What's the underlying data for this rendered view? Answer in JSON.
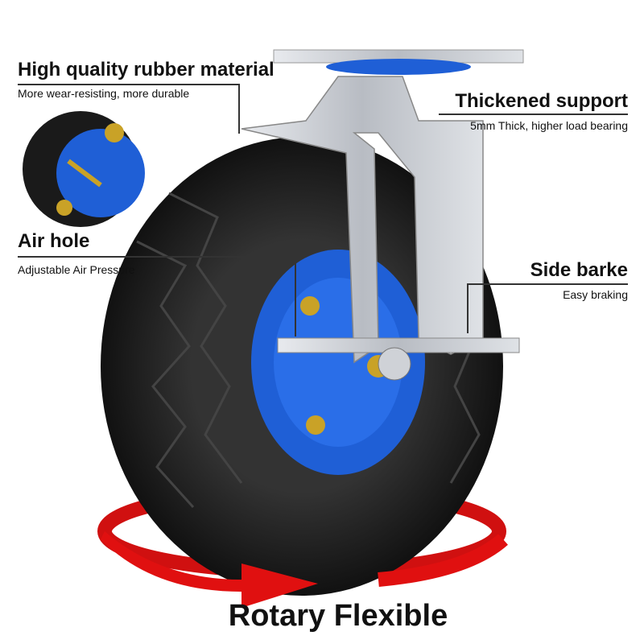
{
  "callouts": {
    "rubber": {
      "title": "High quality rubber material",
      "subtitle": "More wear-resisting, more durable"
    },
    "support": {
      "title": "Thickened support",
      "subtitle": "5mm Thick, higher load bearing"
    },
    "air_hole": {
      "title": "Air hole",
      "subtitle": "Adjustable Air Pressure"
    },
    "brake": {
      "title": "Side barke",
      "subtitle": "Easy braking"
    }
  },
  "footer": {
    "caption": "Rotary Flexible"
  },
  "colors": {
    "hub": "#1f5fd6",
    "tire": "#1a1a1a",
    "arrow": "#e01010",
    "metal": "#c9ccd1"
  }
}
